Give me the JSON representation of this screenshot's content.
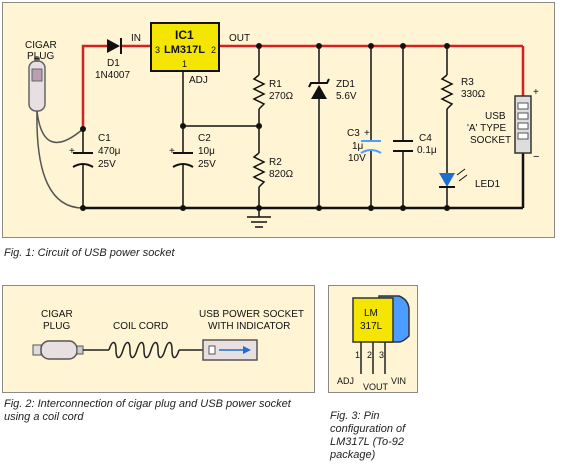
{
  "figures": {
    "fig1": {
      "caption": "Fig. 1: Circuit of USB power socket",
      "labels": {
        "cigar_plug_line1": "CIGAR",
        "cigar_plug_line2": "PLUG",
        "in": "IN",
        "out": "OUT",
        "ic_name": "IC1",
        "ic_part": "LM317L",
        "pin_in": "3",
        "pin_out": "2",
        "pin_adj": "1",
        "adj": "ADJ",
        "d1_name": "D1",
        "d1_part": "1N4007",
        "c1_name": "C1",
        "c1_value": "470μ",
        "c1_voltage": "25V",
        "c2_name": "C2",
        "c2_value": "10μ",
        "c2_voltage": "25V",
        "r1_name": "R1",
        "r1_value": "270Ω",
        "r2_name": "R2",
        "r2_value": "820Ω",
        "zd1_name": "ZD1",
        "zd1_value": "5.6V",
        "c3_name": "C3",
        "c3_value": "1μ",
        "c3_voltage": "10V",
        "c4_name": "C4",
        "c4_value": "0.1μ",
        "r3_name": "R3",
        "r3_value": "330Ω",
        "led1_name": "LED1",
        "usb_line1": "USB",
        "usb_line2": "'A' TYPE",
        "usb_line3": "SOCKET",
        "plus": "+",
        "minus": "−"
      }
    },
    "fig2": {
      "caption": "Fig. 2: Interconnection of cigar plug and USB power socket using a coil cord",
      "labels": {
        "cigar_line1": "CIGAR",
        "cigar_line2": "PLUG",
        "coil": "COIL CORD",
        "usb_line1": "USB POWER SOCKET",
        "usb_line2": "WITH INDICATOR"
      }
    },
    "fig3": {
      "caption": "Fig. 3: Pin configuration of LM317L (To-92 package)",
      "labels": {
        "chip_line1": "LM",
        "chip_line2": "317L",
        "pin1": "1",
        "pin2": "2",
        "pin3": "3",
        "adj": "ADJ",
        "vout": "VOUT",
        "vin": "VIN"
      }
    }
  },
  "colors": {
    "panel_bg": "#fff4d4",
    "positive_rail": "#d42020",
    "wire": "#111111",
    "wire_grey": "#555555",
    "ic_body": "#f4e600",
    "led": "#1f6fd0",
    "usb_socket": "#dddddd",
    "cap_plate": "#4d9cff"
  }
}
